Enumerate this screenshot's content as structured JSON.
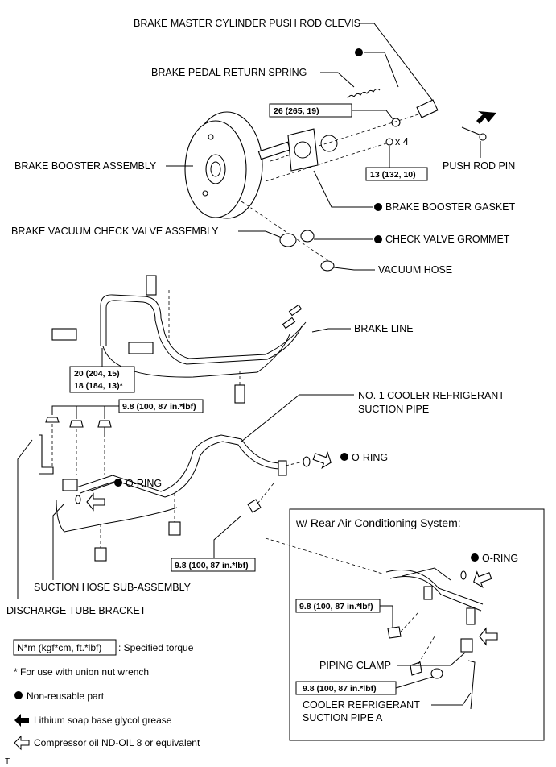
{
  "labels": {
    "master_cylinder_clevis": "BRAKE MASTER CYLINDER PUSH ROD CLEVIS",
    "pedal_return_spring": "BRAKE PEDAL RETURN SPRING",
    "push_rod_pin": "PUSH ROD PIN",
    "booster_assembly": "BRAKE BOOSTER ASSEMBLY",
    "booster_gasket": "BRAKE BOOSTER GASKET",
    "vacuum_check_valve": "BRAKE VACUUM CHECK VALVE ASSEMBLY",
    "check_valve_grommet": "CHECK VALVE GROMMET",
    "vacuum_hose": "VACUUM HOSE",
    "brake_line": "BRAKE LINE",
    "cooler_suction_pipe_1": "NO. 1 COOLER REFRIGERANT",
    "cooler_suction_pipe_2": "SUCTION PIPE",
    "o_ring": "O-RING",
    "suction_hose": "SUCTION HOSE SUB-ASSEMBLY",
    "discharge_bracket": "DISCHARGE TUBE BRACKET",
    "piping_clamp": "PIPING CLAMP",
    "cooler_pipe_a_1": "COOLER REFRIGERANT",
    "cooler_pipe_a_2": "SUCTION PIPE A",
    "x4": "x 4",
    "inset_title": "w/ Rear Air Conditioning System:",
    "corner_mark": "T"
  },
  "torques": {
    "t26": "26 (265, 19)",
    "t13": "13 (132, 10)",
    "t20": "20 (204, 15)",
    "t18": "18 (184, 13)*",
    "t98": "9.8 (100, 87 in.*lbf)"
  },
  "legend": {
    "torque_box": "N*m (kgf*cm, ft.*lbf)",
    "torque_text": ": Specified torque",
    "union_nut": "* For use with union nut wrench",
    "non_reusable": "Non-reusable part",
    "grease": "Lithium soap base glycol grease",
    "compressor_oil": "Compressor oil ND-OIL 8 or equivalent"
  }
}
